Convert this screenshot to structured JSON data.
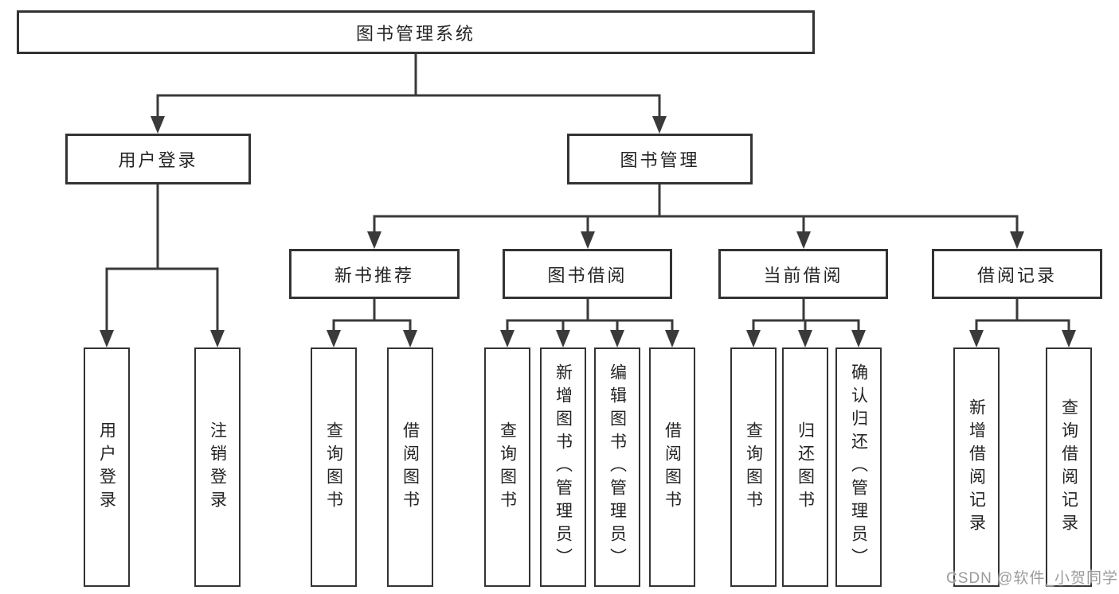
{
  "nodes": {
    "root": "图书管理系统",
    "user_login": "用户登录",
    "book_mgmt": "图书管理",
    "user_login_children": [
      "用户登录",
      "注销登录"
    ],
    "sections": [
      {
        "label": "新书推荐",
        "children": [
          "查询图书",
          "借阅图书"
        ]
      },
      {
        "label": "图书借阅",
        "children": [
          "查询图书",
          "新增图书（管理员）",
          "编辑图书（管理员）",
          "借阅图书"
        ]
      },
      {
        "label": "当前借阅",
        "children": [
          "查询图书",
          "归还图书",
          "确认归还（管理员）"
        ]
      },
      {
        "label": "借阅记录",
        "children": [
          "新增借阅记录",
          "查询借阅记录"
        ]
      }
    ]
  },
  "watermark": "CSDN @软件_小贺同学",
  "colors": {
    "line": "#3a3a3a",
    "box_border": "#333333",
    "text": "#242424",
    "watermark": "#9b9b9b",
    "background": "#ffffff"
  }
}
